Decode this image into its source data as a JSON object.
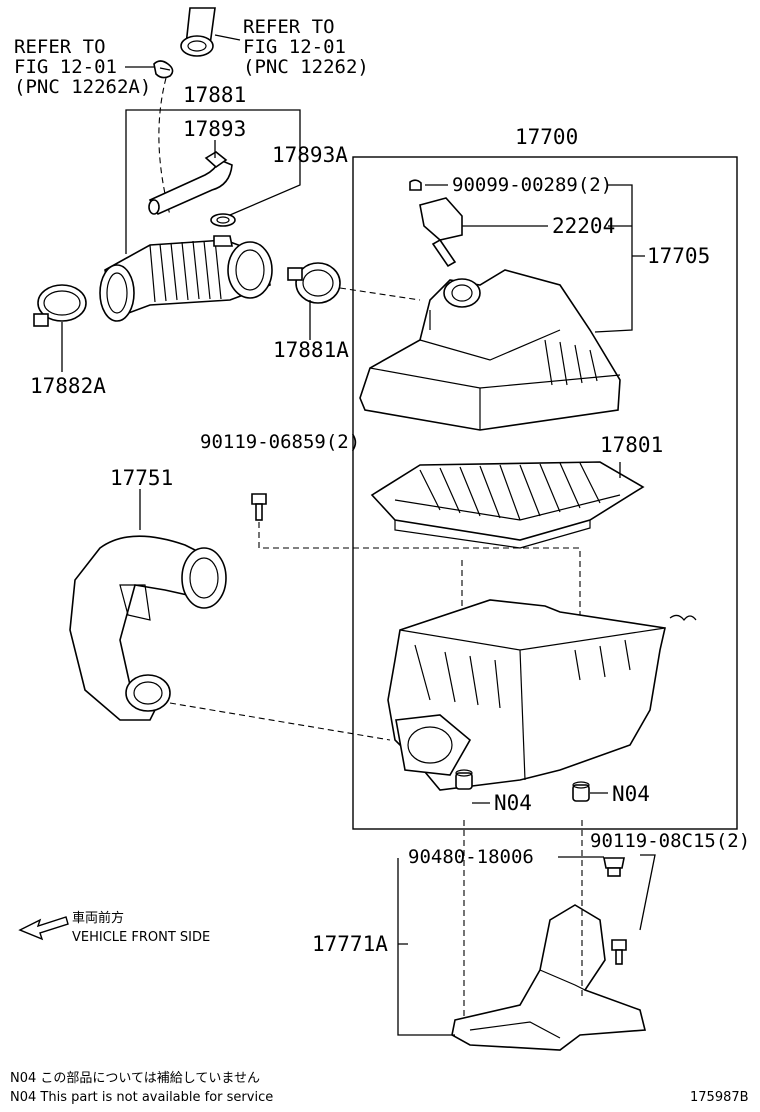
{
  "refer_left": {
    "line1": "REFER TO",
    "line2": "FIG 12-01",
    "line3": "(PNC 12262A)"
  },
  "refer_right": {
    "line1": "REFER TO",
    "line2": "FIG 12-01",
    "line3": "(PNC 12262)"
  },
  "labels": {
    "p17881": "17881",
    "p17893": "17893",
    "p17893A": "17893A",
    "p17700": "17700",
    "p90099": "90099-00289(2)",
    "p22204": "22204",
    "p17705": "17705",
    "p17881A": "17881A",
    "p17882A": "17882A",
    "p90119a": "90119-06859(2)",
    "p17801": "17801",
    "p17751": "17751",
    "pN04a": "N04",
    "pN04b": "N04",
    "p90480": "90480-18006",
    "p90119b": "90119-08C15(2)",
    "p17771A": "17771A"
  },
  "front": {
    "jp": "車両前方",
    "en": "VEHICLE FRONT SIDE"
  },
  "notes": {
    "jp": "N04 この部品については補給していません",
    "en": "N04 This part is not available for service"
  },
  "figure_id": "175987B"
}
